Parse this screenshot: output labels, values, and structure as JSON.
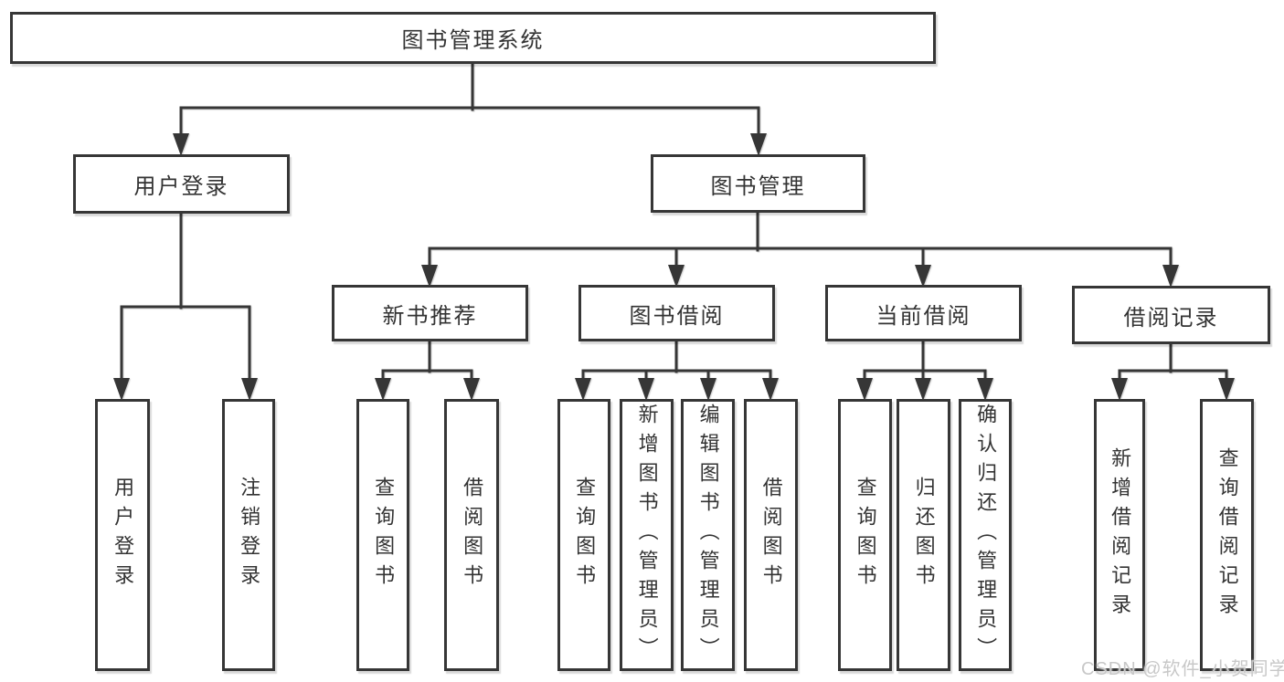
{
  "tree": {
    "label": "图书管理系统",
    "children": [
      {
        "label": "用户登录",
        "children": [
          {
            "label": "用户登录"
          },
          {
            "label": "注销登录"
          }
        ]
      },
      {
        "label": "图书管理",
        "children": [
          {
            "label": "新书推荐",
            "children": [
              {
                "label": "查询图书"
              },
              {
                "label": "借阅图书"
              }
            ]
          },
          {
            "label": "图书借阅",
            "children": [
              {
                "label": "查询图书"
              },
              {
                "label": "新增图书（管理员）"
              },
              {
                "label": "编辑图书（管理员）"
              },
              {
                "label": "借阅图书"
              }
            ]
          },
          {
            "label": "当前借阅",
            "children": [
              {
                "label": "查询图书"
              },
              {
                "label": "归还图书"
              },
              {
                "label": "确认归还（管理员）"
              }
            ]
          },
          {
            "label": "借阅记录",
            "children": [
              {
                "label": "新增借阅记录"
              },
              {
                "label": "查询借阅记录"
              }
            ]
          }
        ]
      }
    ]
  },
  "watermark": {
    "text": "CSDN @软件_小贺同学",
    "color": "#c8c8c8"
  },
  "colors": {
    "line": "#363636",
    "text": "#333333",
    "background": "#ffffff"
  }
}
